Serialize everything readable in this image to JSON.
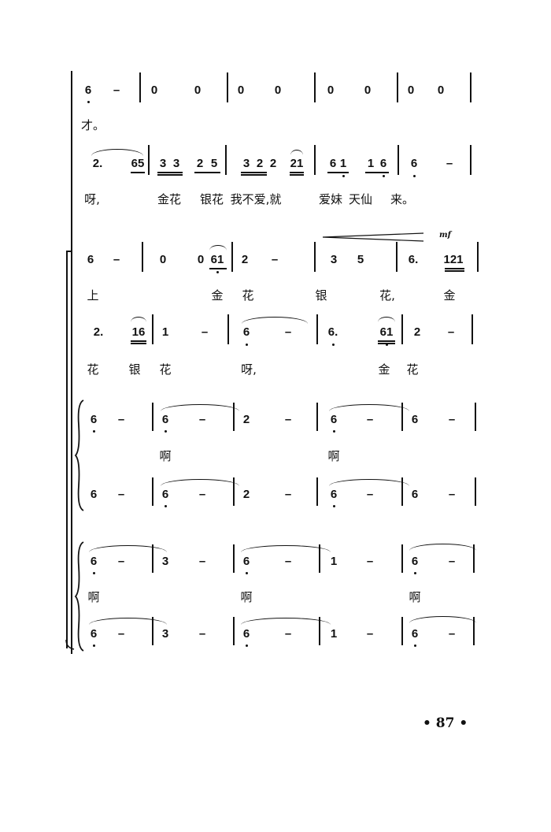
{
  "page_number": "• 87 •",
  "dynamics": "mf",
  "systems": [
    {
      "notes": [
        "6",
        "–",
        "0",
        "0",
        "0",
        "0",
        "0",
        "0",
        "0",
        "0"
      ],
      "lyrics": [
        "才。"
      ]
    },
    {
      "notes": [
        "2.",
        "65",
        "3",
        "3",
        "2",
        "5",
        "3",
        "2",
        "2",
        "21",
        "6",
        "1",
        "1",
        "6",
        "6",
        "–"
      ],
      "lyrics": [
        "呀,",
        "金花",
        "银花",
        "我不爱,就",
        "爱妹",
        "天仙",
        "来。"
      ]
    },
    {
      "notes": [
        "6",
        "–",
        "0",
        "0",
        "61",
        "2",
        "–",
        "3",
        "5",
        "6.",
        "121"
      ],
      "lyrics": [
        "上",
        "金",
        "花",
        "银",
        "花,",
        "金"
      ]
    },
    {
      "notes": [
        "2.",
        "16",
        "1",
        "–",
        "6",
        "–",
        "6.",
        "61",
        "2",
        "–"
      ],
      "lyrics": [
        "花",
        "银",
        "花",
        "呀,",
        "金",
        "花"
      ]
    },
    {
      "upper": [
        "6",
        "–",
        "6",
        "–",
        "2",
        "–",
        "6",
        "–",
        "6",
        "–"
      ],
      "lyrics": [
        "啊",
        "啊"
      ],
      "lower": [
        "6",
        "–",
        "6",
        "–",
        "2",
        "–",
        "6",
        "–",
        "6",
        "–"
      ]
    },
    {
      "upper": [
        "6",
        "–",
        "3",
        "–",
        "6",
        "–",
        "1",
        "–",
        "6",
        "–"
      ],
      "lyrics": [
        "啊",
        "啊",
        "啊"
      ],
      "lower": [
        "6",
        "–",
        "3",
        "–",
        "6",
        "–",
        "1",
        "–",
        "6",
        "–"
      ]
    }
  ]
}
